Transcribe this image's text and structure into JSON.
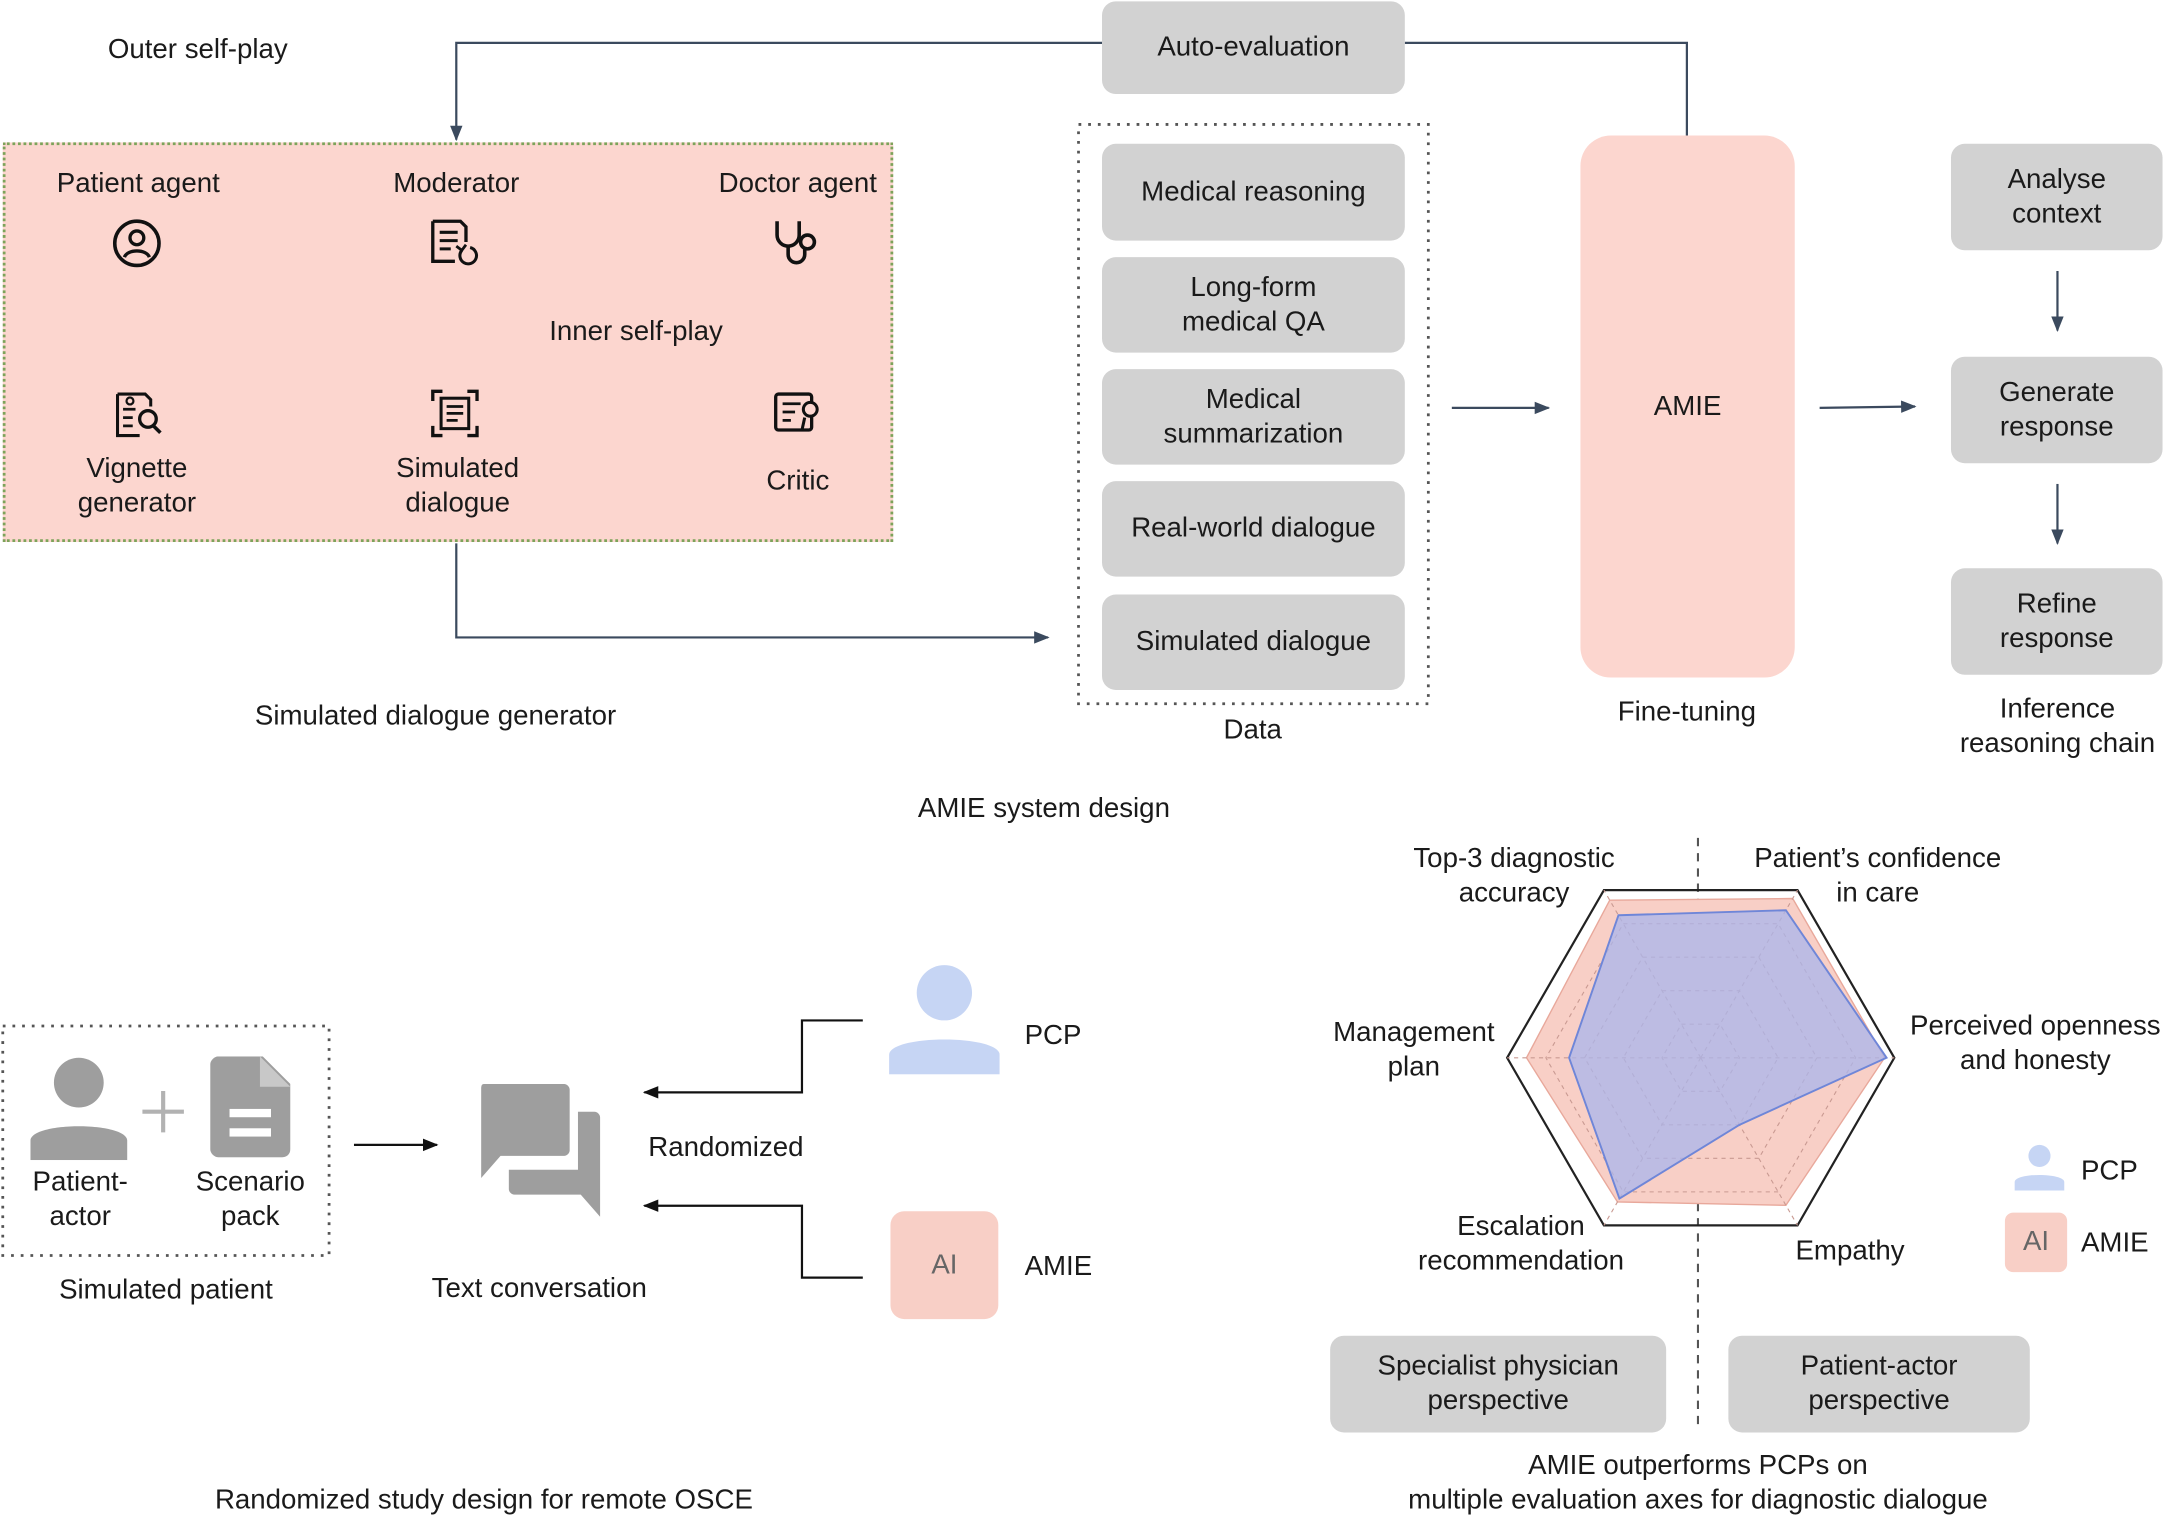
{
  "system": {
    "outer_self_play": "Outer self-play",
    "auto_evaluation": "Auto-evaluation",
    "patient_agent": "Patient agent",
    "moderator": "Moderator",
    "doctor_agent": "Doctor agent",
    "inner_self_play": "Inner self-play",
    "vignette_generator": "Vignette\ngenerator",
    "simulated_dialogue_node": "Simulated\ndialogue",
    "critic": "Critic",
    "generator_caption": "Simulated dialogue generator",
    "data_items": [
      "Medical reasoning",
      "Long-form\nmedical QA",
      "Medical\nsummarization",
      "Real-world dialogue",
      "Simulated dialogue"
    ],
    "data_caption": "Data",
    "amie": "AMIE",
    "fine_tuning": "Fine-tuning",
    "chain_items": [
      "Analyse\ncontext",
      "Generate\nresponse",
      "Refine\nresponse"
    ],
    "chain_caption": "Inference\nreasoning chain",
    "section_title": "AMIE system design"
  },
  "study": {
    "patient_actor": "Patient-\nactor",
    "scenario_pack": "Scenario\npack",
    "simulated_patient": "Simulated patient",
    "text_conversation": "Text conversation",
    "randomized": "Randomized",
    "pcp": "PCP",
    "ai_badge": "AI",
    "amie": "AMIE",
    "section_title": "Randomized study design for remote OSCE"
  },
  "results": {
    "axes": [
      "Top-3 diagnostic\naccuracy",
      "Patient’s confidence\nin care",
      "Perceived openness\nand honesty",
      "Empathy",
      "Escalation\nrecommendation",
      "Management\nplan"
    ],
    "legend_pcp": "PCP",
    "legend_ai_badge": "AI",
    "legend_amie": "AMIE",
    "specialist": "Specialist physician\nperspective",
    "patient_actor": "Patient-actor\nperspective",
    "section_title": "AMIE outperforms PCPs on\nmultiple evaluation axes for diagnostic dialogue"
  },
  "chart_data": {
    "type": "radar",
    "axes": [
      "Top-3 diagnostic accuracy",
      "Patient’s confidence in care",
      "Perceived openness and honesty",
      "Empathy",
      "Escalation recommendation",
      "Management plan"
    ],
    "range": [
      0,
      1
    ],
    "series": [
      {
        "name": "AMIE",
        "values": [
          0.94,
          0.95,
          0.95,
          0.88,
          0.86,
          0.9
        ],
        "color": "#f8cfc6"
      },
      {
        "name": "PCP",
        "values": [
          0.85,
          0.88,
          0.96,
          0.4,
          0.84,
          0.68
        ],
        "color": "#a9b6ec"
      }
    ],
    "colors": {
      "amie": "#f8cfc6",
      "pcp": "#c9d6f5",
      "generator_bg": "#fcd6cf",
      "arrow": "#3b4a5e"
    }
  }
}
